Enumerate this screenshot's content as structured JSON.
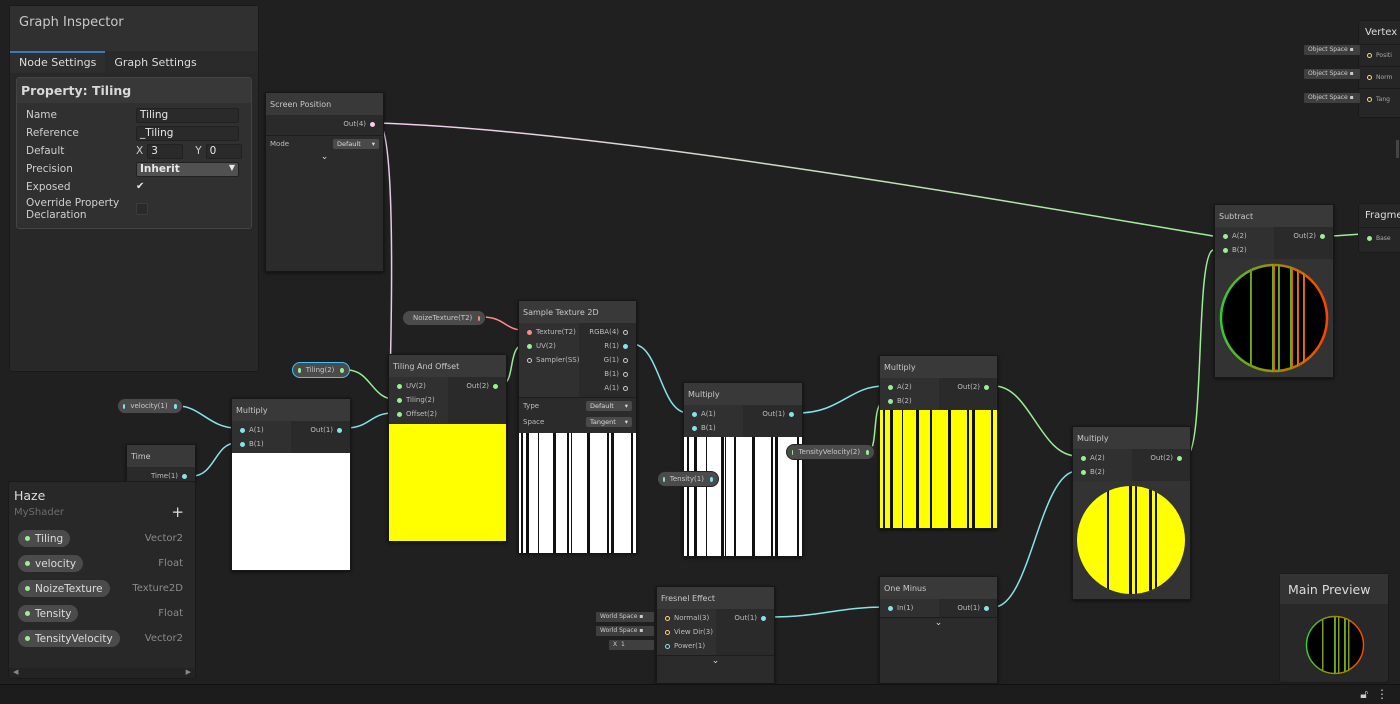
{
  "inspector": {
    "title": "Graph Inspector",
    "tabs": [
      "Node Settings",
      "Graph Settings"
    ],
    "property_title": "Property: Tiling",
    "fields": {
      "name_label": "Name",
      "name_value": "Tiling",
      "reference_label": "Reference",
      "reference_value": "_Tiling",
      "default_label": "Default",
      "x_label": "X",
      "x_value": "3",
      "y_label": "Y",
      "y_value": "0",
      "precision_label": "Precision",
      "precision_value": "Inherit",
      "exposed_label": "Exposed",
      "exposed_checked": true,
      "override_label": "Override Property Declaration",
      "override_checked": false
    }
  },
  "blackboard": {
    "title": "Haze",
    "subtitle": "MyShader",
    "add_icon": "plus-icon",
    "properties": [
      {
        "name": "Tiling",
        "type": "Vector2"
      },
      {
        "name": "velocity",
        "type": "Float"
      },
      {
        "name": "NoizeTexture",
        "type": "Texture2D"
      },
      {
        "name": "Tensity",
        "type": "Float"
      },
      {
        "name": "TensityVelocity",
        "type": "Vector2"
      }
    ]
  },
  "nodes": {
    "screen_position": {
      "title": "Screen Position",
      "out": "Out(4)",
      "mode_label": "Mode",
      "mode_value": "Default"
    },
    "multiply1": {
      "title": "Multiply",
      "a": "A(1)",
      "b": "B(1)",
      "out": "Out(1)"
    },
    "time": {
      "title": "Time",
      "out": "Time(1)"
    },
    "tiling_offset": {
      "title": "Tiling And Offset",
      "uv": "UV(2)",
      "tiling": "Tiling(2)",
      "offset": "Offset(2)",
      "out": "Out(2)"
    },
    "sample_texture": {
      "title": "Sample Texture 2D",
      "texture": "Texture(T2)",
      "uv": "UV(2)",
      "sampler": "Sampler(SS)",
      "rgba": "RGBA(4)",
      "r": "R(1)",
      "g": "G(1)",
      "b": "B(1)",
      "a": "A(1)",
      "type_label": "Type",
      "type_value": "Default",
      "space_label": "Space",
      "space_value": "Tangent"
    },
    "multiply2": {
      "title": "Multiply",
      "a": "A(1)",
      "b": "B(1)",
      "out": "Out(1)"
    },
    "multiply3": {
      "title": "Multiply",
      "a": "A(2)",
      "b": "B(2)",
      "out": "Out(2)"
    },
    "multiply4": {
      "title": "Multiply",
      "a": "A(2)",
      "b": "B(2)",
      "out": "Out(2)"
    },
    "subtract": {
      "title": "Subtract",
      "a": "A(2)",
      "b": "B(2)",
      "out": "Out(2)"
    },
    "fresnel": {
      "title": "Fresnel Effect",
      "normal": "Normal(3)",
      "view_dir": "View Dir(3)",
      "power": "Power(1)",
      "out": "Out(1)",
      "normal_space": "World Space",
      "view_space": "World Space",
      "power_x": "X",
      "power_value": "1"
    },
    "one_minus": {
      "title": "One Minus",
      "in": "In(1)",
      "out": "Out(1)"
    }
  },
  "property_nodes": {
    "noize_texture": "NoizeTexture(T2)",
    "tiling": "Tiling(2)",
    "velocity": "velocity(1)",
    "tensity": "Tensity(1)",
    "tensity_velocity": "TensityVelocity(2)"
  },
  "master": {
    "vertex_title": "Vertex",
    "vertex_ports": [
      {
        "space": "Object Space",
        "label": "Positi"
      },
      {
        "space": "Object Space",
        "label": "Norm"
      },
      {
        "space": "Object Space",
        "label": "Tang"
      }
    ],
    "fragment_title": "Fragme",
    "fragment_port": "Base"
  },
  "main_preview": {
    "title": "Main Preview"
  },
  "colors": {
    "vec1": "#84e4e7",
    "vec2": "#9aef92",
    "vec4": "#fbcbf4",
    "texture": "#ff8b8b",
    "selection": "#44c0ff",
    "yellow": "#ffff00"
  },
  "statusbar": {
    "icons": [
      "lock-icon",
      "more-vertical-icon"
    ]
  }
}
